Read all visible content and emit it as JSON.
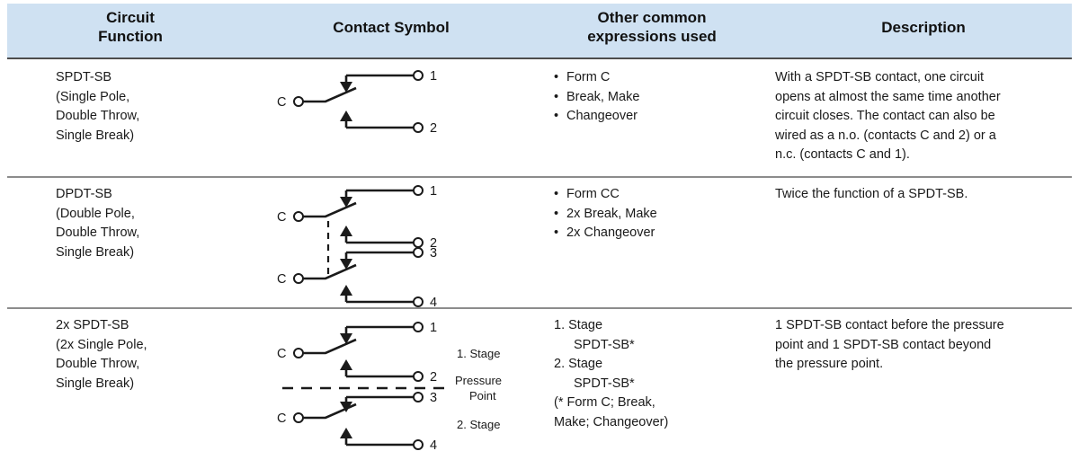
{
  "header": {
    "columns": [
      {
        "line1": "Circuit",
        "line2": "Function"
      },
      {
        "line1": "Contact Symbol",
        "line2": ""
      },
      {
        "line1": "Other common",
        "line2": "expressions used"
      },
      {
        "line1": "Description",
        "line2": ""
      }
    ]
  },
  "colors": {
    "header_background": "#cfe1f2",
    "header_rule": "#4d4d4d",
    "row_rule": "#8c8c8c",
    "line": "#1a1a1a",
    "text": "#1a1a1a"
  },
  "rows": [
    {
      "function": {
        "name": "SPDT-SB",
        "l1": "(Single Pole,",
        "l2": "Double Throw,",
        "l3": "Single Break)"
      },
      "symbol": {
        "type": "spdt-single",
        "common_terminals": [
          "C"
        ],
        "contacts": [
          "1",
          "2"
        ],
        "pressure_point": false,
        "coupling_dashed_line": false,
        "stage_labels": []
      },
      "expressions": [
        "Form C",
        "Break, Make",
        "Changeover"
      ],
      "description": {
        "l1": "With a SPDT-SB contact, one circuit",
        "l2": "opens at almost the same time another",
        "l3": "circuit closes. The contact can also be",
        "l4": "wired as a n.o. (contacts C and 2) or a",
        "l5": "n.c. (contacts C and 1)."
      }
    },
    {
      "function": {
        "name": "DPDT-SB",
        "l1": "(Double Pole,",
        "l2": "Double Throw,",
        "l3": "Single Break)"
      },
      "symbol": {
        "type": "dpdt-ganged",
        "common_terminals": [
          "C",
          "C"
        ],
        "contacts": [
          "1",
          "2",
          "3",
          "4"
        ],
        "pressure_point": false,
        "coupling_dashed_line": true,
        "stage_labels": []
      },
      "expressions": [
        "Form CC",
        "2x Break, Make",
        "2x Changeover"
      ],
      "description": {
        "l1": "Twice the function of a SPDT-SB.",
        "l2": "",
        "l3": "",
        "l4": "",
        "l5": ""
      }
    },
    {
      "function": {
        "name": "2x SPDT-SB",
        "l1": "(2x Single Pole,",
        "l2": "Double Throw,",
        "l3": "Single Break)"
      },
      "symbol": {
        "type": "two-stage-spdt",
        "common_terminals": [
          "C",
          "C"
        ],
        "contacts": [
          "1",
          "2",
          "3",
          "4"
        ],
        "pressure_point": true,
        "coupling_dashed_line": false,
        "stage_labels": [
          "1. Stage",
          "2. Stage"
        ],
        "pressure_point_label_l1": "Pressure",
        "pressure_point_label_l2": "Point"
      },
      "expressions_structured": {
        "l1": "1. Stage",
        "l2": "SPDT-SB*",
        "l3": "2. Stage",
        "l4": "SPDT-SB*",
        "l5": "(* Form C; Break,",
        "l6": "Make; Changeover)"
      },
      "description": {
        "l1": "1 SPDT-SB contact before the pressure",
        "l2": "point and 1 SPDT-SB contact beyond",
        "l3": "the pressure point.",
        "l4": "",
        "l5": ""
      }
    }
  ]
}
